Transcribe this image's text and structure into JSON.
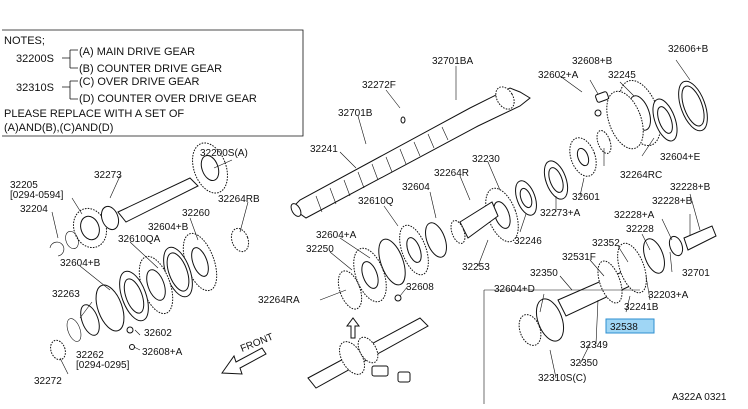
{
  "notes": {
    "title": "NOTES;",
    "line1_code": "32200S",
    "line1_a": "(A) MAIN DRIVE GEAR",
    "line1_b": "(B) COUNTER DRIVE GEAR",
    "line2_code": "32310S",
    "line2_c": "(C) OVER DRIVE GEAR",
    "line2_d": "(D) COUNTER OVER DRIVE GEAR",
    "replace1": "PLEASE REPLACE WITH A SET OF",
    "replace2": "(A)AND(B),(C)AND(D)"
  },
  "labels": {
    "p32701BA": "32701BA",
    "p32272F": "32272F",
    "p32701B": "32701B",
    "p32608B_top": "32608+B",
    "p32602A": "32602+A",
    "p32245": "32245",
    "p32606B": "32606+B",
    "p32241": "32241",
    "p32200SA": "32200S(A)",
    "p32205": "32205",
    "p32205range": "[0294-0594]",
    "p32273": "32273",
    "p32204": "32204",
    "p32264RB": "32264RB",
    "p32260": "32260",
    "p32604B_a": "32604+B",
    "p32610QA": "32610QA",
    "p32604B_b": "32604+B",
    "p32230": "32230",
    "p32264R": "32264R",
    "p32604": "32604",
    "p32610Q": "32610Q",
    "p32604A": "32604+A",
    "p32250": "32250",
    "p32264RA": "32264RA",
    "p32608": "32608",
    "p32264RC": "32264RC",
    "p32601": "32601",
    "p32273A": "32273+A",
    "p32246": "32246",
    "p32253": "32253",
    "p32604E": "32604+E",
    "p32228B_a": "32228+B",
    "p32228B_b": "32228+B",
    "p32228A": "32228+A",
    "p32228": "32228",
    "p32352": "32352",
    "p32531F": "32531F",
    "p32350_a": "32350",
    "p32701": "32701",
    "p32203A": "32203+A",
    "p32241B": "32241B",
    "p32604D": "32604+D",
    "p32538": "32538",
    "p32349": "32349",
    "p32350_b": "32350",
    "p32310SC": "32310S(C)",
    "p32263": "32263",
    "p32602": "32602",
    "p32608A": "32608+A",
    "p32262": "32262",
    "p32262range": "[0294-0295]",
    "p32272": "32272",
    "front": "FRONT",
    "ref": "A322A 0321"
  },
  "colors": {
    "line": "#111111",
    "highlight_fill": "#9fd6f5",
    "highlight_stroke": "#2d8fd0"
  },
  "icons": {
    "front_arrow": "front-arrow-icon",
    "up_arrow": "up-arrow-icon"
  }
}
